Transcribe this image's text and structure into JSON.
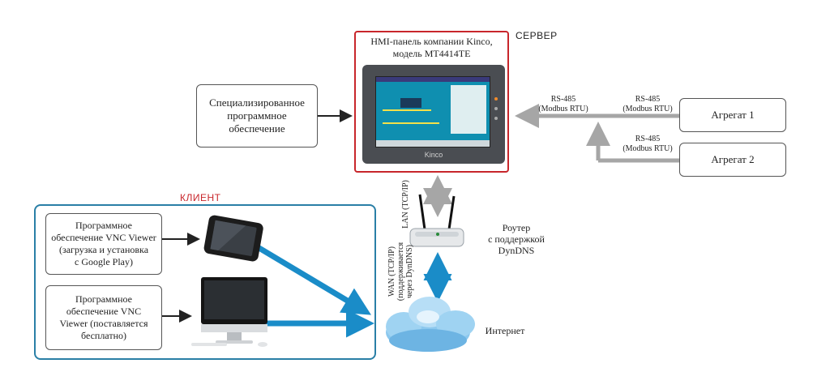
{
  "server": {
    "label": "СЕРВЕР",
    "panel_title": "HMI-панель компании Kinco,\nмодель MT4414TE",
    "brand": "Kinco"
  },
  "software": {
    "text": "Специализированное\nпрограммное\nобеспечение"
  },
  "aggregates": [
    {
      "name": "Агрегат 1",
      "link": "RS-485\n(Modbus RTU)"
    },
    {
      "name": "Агрегат 2",
      "link": "RS-485\n(Modbus RTU)"
    }
  ],
  "trunk_link": "RS-485\n(Modbus RTU)",
  "client": {
    "label": "КЛИЕНТ",
    "vnc_tablet": "Программное\nобеспечение VNC Viewer\n(загрузка и установка\nс Google Play)",
    "vnc_pc": "Программное\nобеспечение VNC\nViewer (поставляется\nбесплатно)"
  },
  "router": {
    "label": "Роутер\nс поддержкой\nDynDNS",
    "lan": "LAN (TCP/IP)"
  },
  "wan": "WAN (TCP/IP)\n(поддерживается\nчерез DynDNS)",
  "internet": "Интернет",
  "colors": {
    "client_border": "#2a7fa6",
    "server_border": "#c8262b",
    "arrow_blue": "#1a8cc8",
    "arrow_gray": "#a6a6a6"
  }
}
